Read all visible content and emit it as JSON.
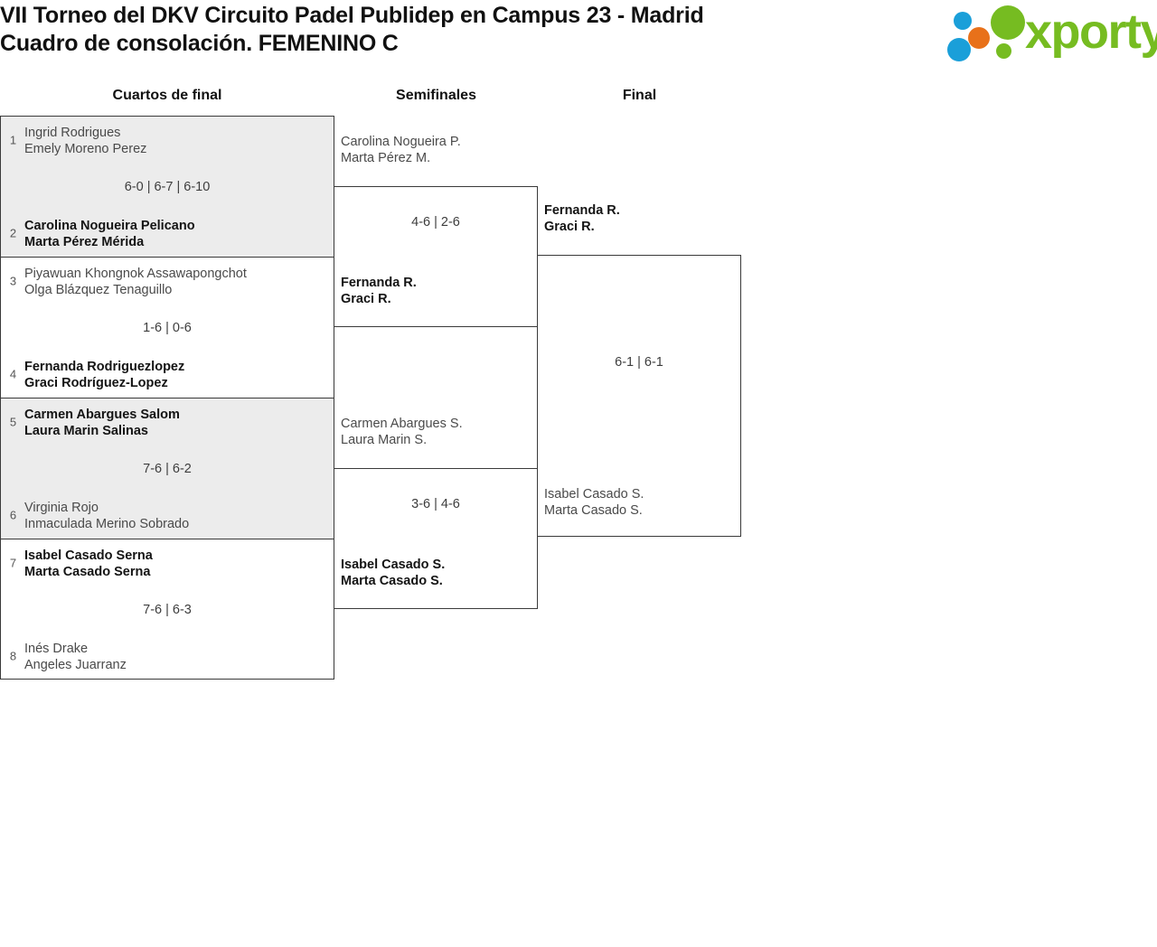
{
  "header": {
    "title_line1": "VII Torneo del DKV Circuito Padel Publidep en Campus 23 - Madrid",
    "title_line2": "Cuadro de consolación. FEMENINO C",
    "logo_text": "xporty",
    "logo_colors": {
      "green": "#76bc21",
      "blue": "#1a9fd9",
      "orange": "#e8711a"
    }
  },
  "rounds": [
    {
      "label": "Cuartos de final"
    },
    {
      "label": "Semifinales"
    },
    {
      "label": "Final"
    }
  ],
  "quarterfinals": [
    {
      "shaded": true,
      "score": "6-0 | 6-7 | 6-10",
      "top": {
        "seed": "1",
        "winner": false,
        "p1": "Ingrid Rodrigues",
        "p2": "Emely Moreno Perez"
      },
      "bottom": {
        "seed": "2",
        "winner": true,
        "p1": "Carolina Nogueira Pelicano",
        "p2": "Marta Pérez Mérida"
      }
    },
    {
      "shaded": false,
      "score": "1-6 | 0-6",
      "top": {
        "seed": "3",
        "winner": false,
        "p1": "Piyawuan Khongnok Assawapongchot",
        "p2": "Olga Blázquez Tenaguillo"
      },
      "bottom": {
        "seed": "4",
        "winner": true,
        "p1": "Fernanda Rodriguezlopez",
        "p2": "Graci Rodríguez-Lopez"
      }
    },
    {
      "shaded": true,
      "score": "7-6 | 6-2",
      "top": {
        "seed": "5",
        "winner": true,
        "p1": "Carmen Abargues Salom",
        "p2": "Laura Marin Salinas"
      },
      "bottom": {
        "seed": "6",
        "winner": false,
        "p1": "Virginia Rojo",
        "p2": "Inmaculada Merino Sobrado"
      }
    },
    {
      "shaded": false,
      "score": "7-6 | 6-3",
      "top": {
        "seed": "7",
        "winner": true,
        "p1": "Isabel Casado Serna",
        "p2": "Marta Casado Serna"
      },
      "bottom": {
        "seed": "8",
        "winner": false,
        "p1": "Inés Drake",
        "p2": "Angeles Juarranz"
      }
    }
  ],
  "semifinals": [
    {
      "score": "4-6 | 2-6",
      "top": {
        "winner": false,
        "p1": "Carolina Nogueira P.",
        "p2": "Marta Pérez M."
      },
      "bottom": {
        "winner": true,
        "p1": "Fernanda R.",
        "p2": "Graci R."
      }
    },
    {
      "score": "3-6 | 4-6",
      "top": {
        "winner": false,
        "p1": "Carmen Abargues S.",
        "p2": "Laura Marin S."
      },
      "bottom": {
        "winner": true,
        "p1": "Isabel Casado S.",
        "p2": "Marta Casado S."
      }
    }
  ],
  "final": {
    "score": "6-1 | 6-1",
    "top": {
      "winner": true,
      "p1": "Fernanda R.",
      "p2": "Graci R."
    },
    "bottom": {
      "winner": false,
      "p1": "Isabel Casado S.",
      "p2": "Marta Casado S."
    }
  }
}
